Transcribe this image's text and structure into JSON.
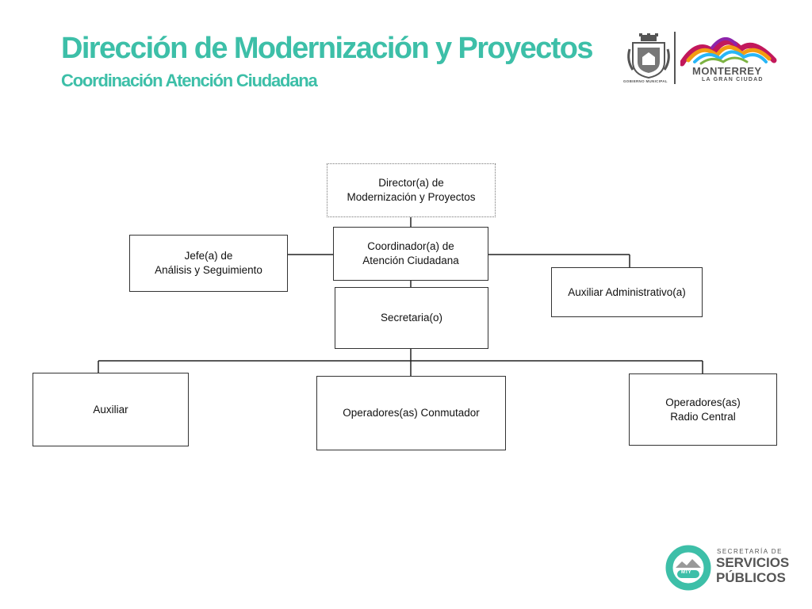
{
  "header": {
    "title": "Dirección de Modernización y Proyectos",
    "subtitle": "Coordinación Atención Ciudadana"
  },
  "logos": {
    "municipal_caption": "GOBIERNO MUNICIPAL",
    "city_name": "MONTERREY",
    "city_tagline": "LA GRAN CIUDAD",
    "services_prefix": "SECRETARÍA DE",
    "services_line1": "SERVICIOS",
    "services_line2": "PÚBLICOS",
    "services_badge": "MTY"
  },
  "org_chart": {
    "director": "Director(a) de\nModernización y  Proyectos",
    "coordinator": "Coordinador(a)  de\nAtención Ciudadana",
    "analysis_head": "Jefe(a) de\nAnálisis y Seguimiento",
    "admin_assistant": "Auxiliar Administrativo(a)",
    "secretary": "Secretaria(o)",
    "assistant": "Auxiliar",
    "switchboard_operators": "Operadores(as) Conmutador",
    "radio_operators": "Operadores(as)\nRadio Central"
  },
  "colors": {
    "accent": "#3dbfa8",
    "logo_dark": "#555555"
  }
}
